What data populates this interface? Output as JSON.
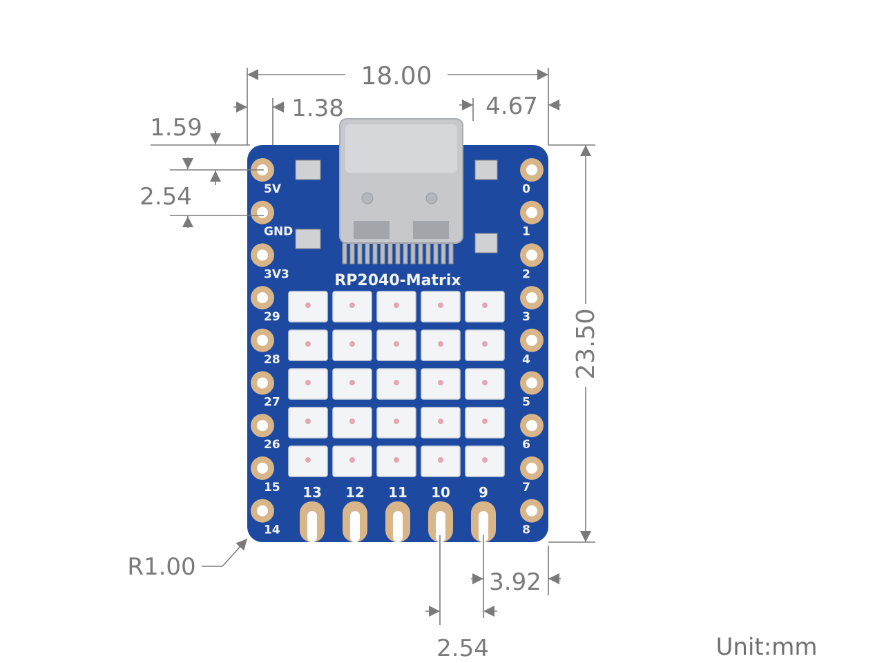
{
  "board": {
    "name": "RP2040-Matrix",
    "colors": {
      "pcb": "#1d4aa0",
      "pad": "#d9b58a",
      "led": "#f3f4f6",
      "silk": "#f2f2f2",
      "dim": "#7a7a7a"
    },
    "left_pins": [
      "5V",
      "GND",
      "3V3",
      "29",
      "28",
      "27",
      "26",
      "15",
      "14"
    ],
    "right_pins": [
      "0",
      "1",
      "2",
      "3",
      "4",
      "5",
      "6",
      "7",
      "8"
    ],
    "bottom_pins": [
      "13",
      "12",
      "11",
      "10",
      "9"
    ],
    "led_matrix": {
      "rows": 5,
      "cols": 5
    }
  },
  "dimensions": {
    "width": "18.00",
    "left_to_usb": "1.38",
    "usb_to_right": "4.67",
    "usb_overhang": "1.59",
    "pin_pitch": "2.54",
    "height": "23.50",
    "corner_radius": "R1.00",
    "bottom_edge_offset": "3.92",
    "bottom_pitch": "2.54"
  },
  "unit_label": "Unit:mm"
}
